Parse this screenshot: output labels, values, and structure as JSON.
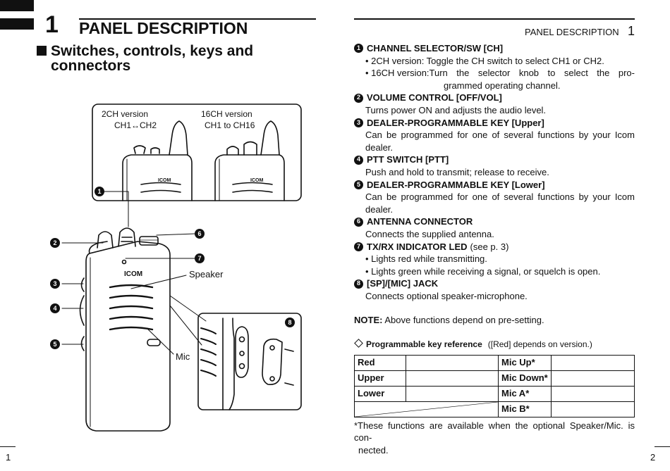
{
  "left_page": {
    "chapter_number": "1",
    "chapter_title": "PANEL DESCRIPTION",
    "section_title_line1": "Switches, controls, keys and",
    "section_title_line2": "connectors",
    "page_number": "1",
    "figure": {
      "inset_2ch_title": "2CH version",
      "inset_2ch_sub": "CH1↔CH2",
      "inset_16ch_title": "16CH version",
      "inset_16ch_sub": "CH1 to CH16",
      "brand": "ICOM",
      "speaker_label": "Speaker",
      "mic_label": "Mic",
      "callouts": [
        "1",
        "2",
        "3",
        "4",
        "5",
        "6",
        "7",
        "8"
      ]
    }
  },
  "right_page": {
    "header": "PANEL DESCRIPTION",
    "header_number": "1",
    "page_number": "2",
    "items": [
      {
        "num": "1",
        "title": "CHANNEL SELECTOR/SW [CH]"
      },
      {
        "num": "2",
        "title": "VOLUME CONTROL [OFF/VOL]",
        "body": "Turns power ON and adjusts the audio level."
      },
      {
        "num": "3",
        "title": "DEALER-PROGRAMMABLE KEY [Upper]",
        "body_line1": "Can be programmed for one of several functions by your Icom",
        "body_line2": "dealer."
      },
      {
        "num": "4",
        "title": "PTT SWITCH [PTT]",
        "body": "Push and hold to transmit; release to receive."
      },
      {
        "num": "5",
        "title": "DEALER-PROGRAMMABLE KEY [Lower]",
        "body_line1": "Can be programmed for one of several functions by your Icom",
        "body_line2": "dealer."
      },
      {
        "num": "6",
        "title": "ANTENNA CONNECTOR",
        "body": "Connects the supplied antenna."
      },
      {
        "num": "7",
        "title": "TX/RX INDICATOR LED",
        "title_suffix": "(see p. 3)",
        "bullet1": "• Lights red while transmitting.",
        "bullet2": "• Lights green while receiving a signal, or squelch is open."
      },
      {
        "num": "8",
        "title": "[SP]/[MIC] JACK",
        "body": "Connects optional speaker-microphone."
      }
    ],
    "item1_bullet_2ch": "• 2CH version: Toggle the CH switch to select CH1 or CH2.",
    "item1_16ch_lead": "• 16CH version: ",
    "item1_16ch_body": "Turn the selector knob to select the pro-",
    "item1_16ch_cont": "grammed operating channel.",
    "note_label": "NOTE:",
    "note_text": " Above functions depend on pre-setting.",
    "prog_ref_title": "Programmable key reference",
    "prog_ref_note": "([Red] depends on version.)",
    "table": [
      [
        "Red",
        "",
        "Mic Up*",
        ""
      ],
      [
        "Upper",
        "",
        "Mic Down*",
        ""
      ],
      [
        "Lower",
        "",
        "Mic A*",
        ""
      ],
      [
        "",
        "",
        "Mic B*",
        ""
      ]
    ],
    "footnote_line1": "*These functions are available when the optional Speaker/Mic. is con-",
    "footnote_line2": "nected."
  }
}
